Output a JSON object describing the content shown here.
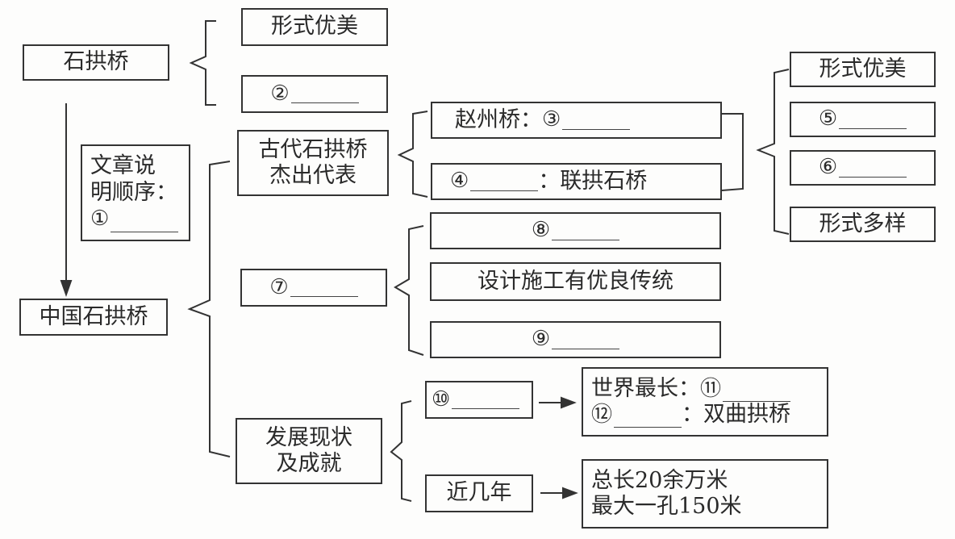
{
  "title": "中国石拱桥 结构图",
  "nodes": {
    "shigongqiao": "石拱桥",
    "xingshi_youmei_1": "形式优美",
    "blank_2": "②",
    "wenzhang_shuoming": [
      "文章说",
      "明顺序："
    ],
    "blank_1": "①",
    "zhongguo_shigongqiao": "中国石拱桥",
    "gudai": [
      "古代石拱桥",
      "杰出代表"
    ],
    "zhaozhouqiao_label": "赵州桥：",
    "blank_3": "③",
    "blank_4": "④",
    "lianggong_label": "：联拱石桥",
    "xingshi_youmei_2": "形式优美",
    "blank_5": "⑤",
    "blank_6": "⑥",
    "xingshi_duoyang": "形式多样",
    "blank_7": "⑦",
    "blank_8": "⑧",
    "sheji_shigong": "设计施工有优良传统",
    "blank_9": "⑨",
    "fazhan": [
      "发展现状",
      "及成就"
    ],
    "blank_10": "⑩",
    "shijie_zuichang_label": "世界最长：",
    "blank_11": "⑪",
    "blank_12": "⑫",
    "shuangqu_label": "：双曲拱桥",
    "jinjinian": "近几年",
    "zongchang": "总长20余万米",
    "zuida": "最大一孔150米"
  }
}
